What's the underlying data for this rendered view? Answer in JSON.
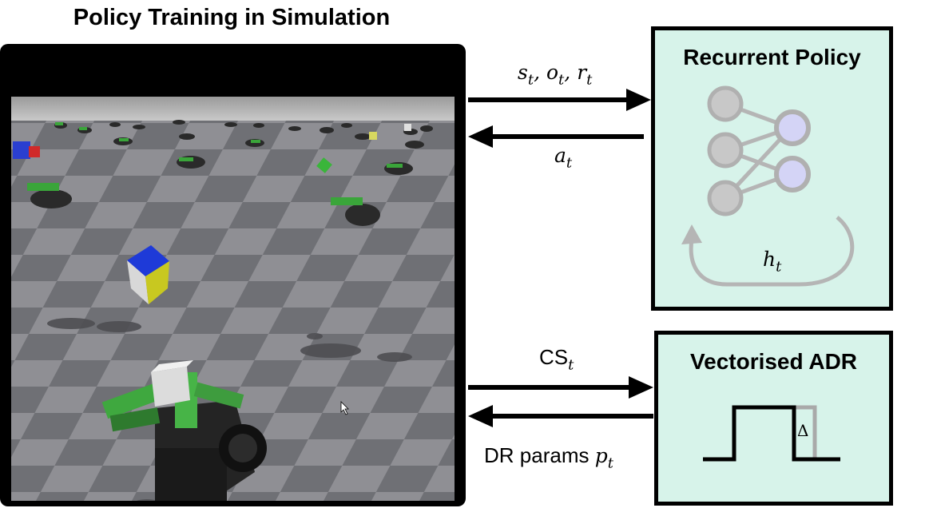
{
  "title": "Policy Training in Simulation",
  "recurrent_policy": {
    "title": "Recurrent Policy",
    "hidden_label": "h",
    "hidden_sub": "t"
  },
  "adr": {
    "title": "Vectorised ADR",
    "delta_label": "Δ"
  },
  "arrows": {
    "state_label": "s",
    "state_sub": "t",
    "obs_label": "o",
    "obs_sub": "t",
    "reward_label": "r",
    "reward_sub": "t",
    "action_label": "a",
    "action_sub": "t",
    "cs_label": "CS",
    "cs_sub": "t",
    "dr_label": "DR params",
    "dr_var": "p",
    "dr_sub": "t"
  },
  "colors": {
    "panel_fill": "#d7f3ea",
    "node_gray": "#c8c8c8",
    "node_blue": "#d4d4f6",
    "edge_gray": "#b5b5b5"
  }
}
